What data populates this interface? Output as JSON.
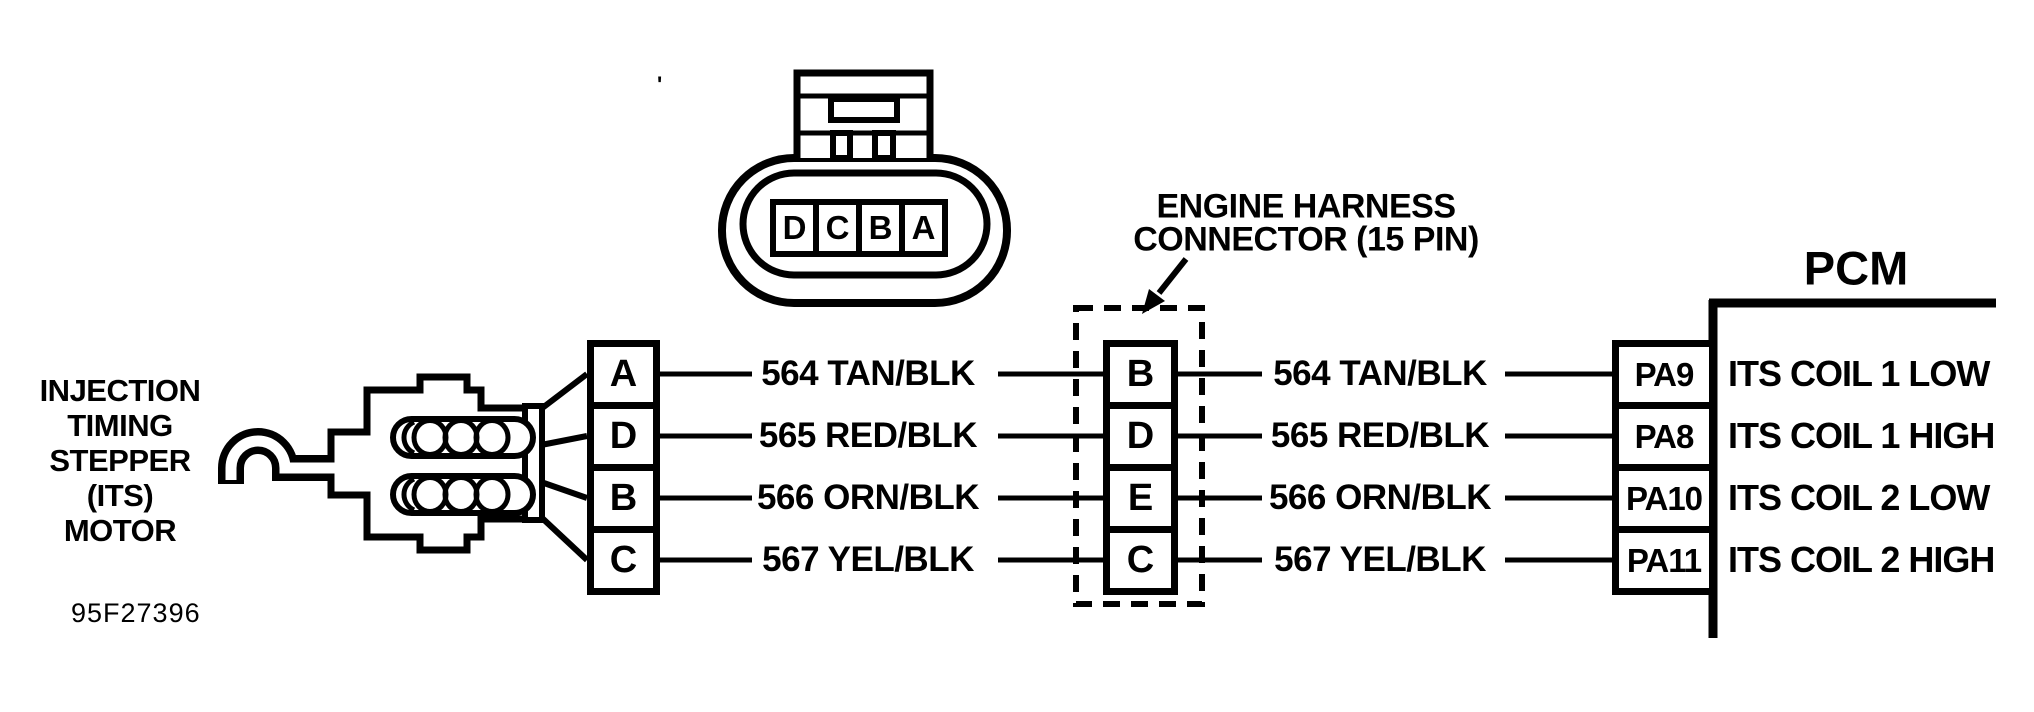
{
  "colors": {
    "ink": "#000000",
    "paper": "#ffffff"
  },
  "figure_code": "95F27396",
  "stray_mark": "'",
  "motor": {
    "label_lines": [
      "INJECTION",
      "TIMING",
      "STEPPER",
      "(ITS)",
      "MOTOR"
    ]
  },
  "connector_face": {
    "pins": [
      "D",
      "C",
      "B",
      "A"
    ]
  },
  "motor_connector": {
    "pins": [
      "A",
      "D",
      "B",
      "C"
    ]
  },
  "engine_harness": {
    "label_line1": "ENGINE HARNESS",
    "label_line2": "CONNECTOR (15 PIN)",
    "pins": [
      "B",
      "D",
      "E",
      "C"
    ]
  },
  "wires": {
    "left": [
      "564 TAN/BLK",
      "565 RED/BLK",
      "566 ORN/BLK",
      "567 YEL/BLK"
    ],
    "right": [
      "564 TAN/BLK",
      "565 RED/BLK",
      "566 ORN/BLK",
      "567 YEL/BLK"
    ]
  },
  "pcm": {
    "title": "PCM",
    "pins": [
      "PA9",
      "PA8",
      "PA10",
      "PA11"
    ],
    "functions": [
      "ITS COIL 1 LOW",
      "ITS COIL 1 HIGH",
      "ITS COIL 2 LOW",
      "ITS COIL 2 HIGH"
    ]
  }
}
